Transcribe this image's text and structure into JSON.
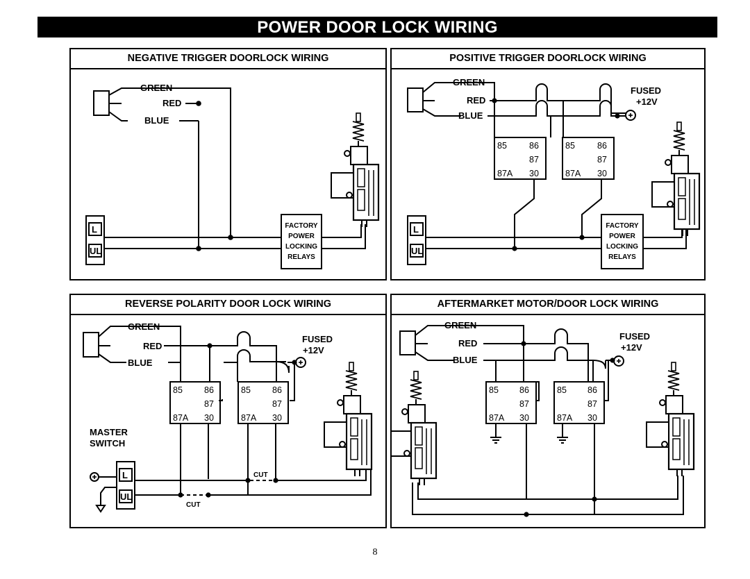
{
  "title": "POWER DOOR LOCK WIRING",
  "page_number": "8",
  "wires": {
    "green": "GREEN",
    "red": "RED",
    "blue": "BLUE"
  },
  "fused": "FUSED",
  "plus12v": "+12V",
  "lock_switch": {
    "lock": "L",
    "unlock": "UL"
  },
  "factory_relays": [
    "FACTORY",
    "POWER",
    "LOCKING",
    "RELAYS"
  ],
  "relay_pins": {
    "p85": "85",
    "p86": "86",
    "p87": "87",
    "p87a": "87A",
    "p30": "30"
  },
  "master_switch": [
    "MASTER",
    "SWITCH"
  ],
  "cut": "CUT",
  "panels": [
    {
      "title": "NEGATIVE TRIGGER DOORLOCK WIRING"
    },
    {
      "title": "POSITIVE TRIGGER DOORLOCK WIRING"
    },
    {
      "title": "REVERSE POLARITY DOOR LOCK WIRING"
    },
    {
      "title": "AFTERMARKET MOTOR/DOOR LOCK WIRING"
    }
  ]
}
